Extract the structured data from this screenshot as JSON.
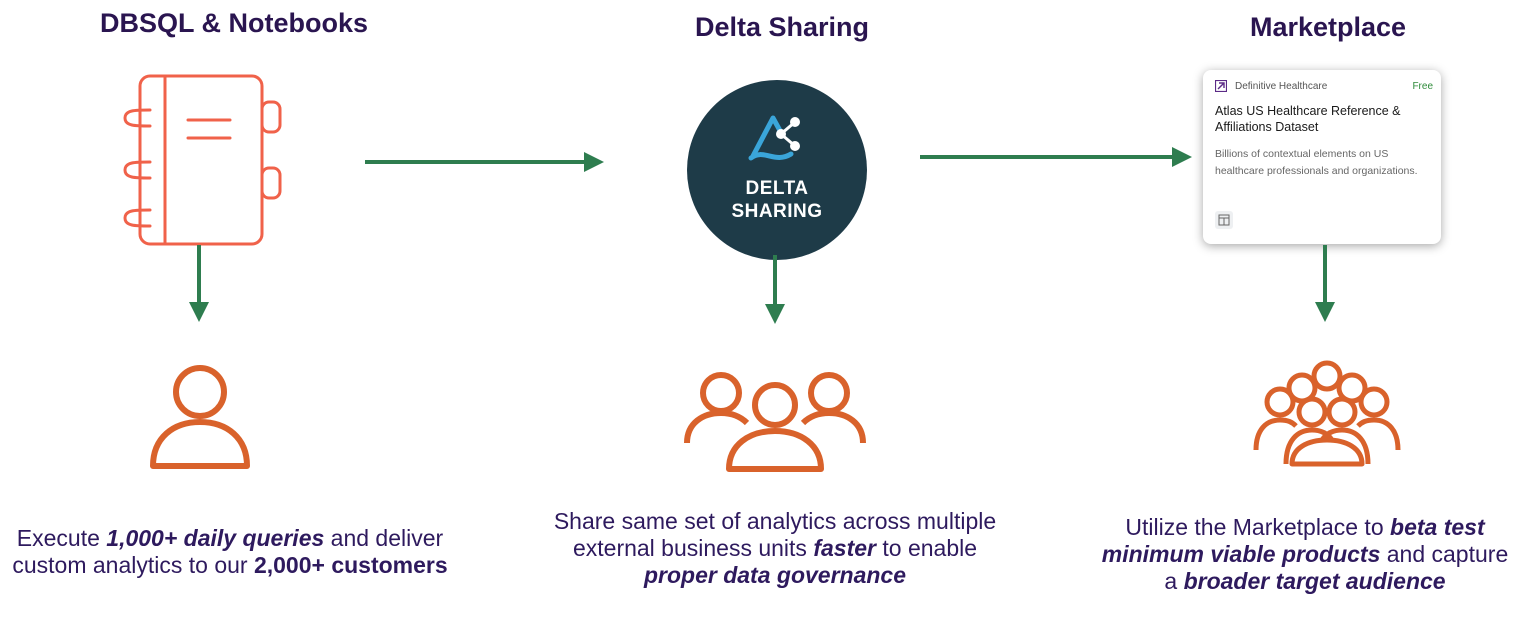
{
  "columns": [
    {
      "title": "DBSQL & Notebooks",
      "icon": "notebook-icon",
      "audience_icon": "single-user-icon",
      "description": [
        {
          "text": "Execute ",
          "style": "normal"
        },
        {
          "text": "1,000+ daily queries",
          "style": "bold-italic"
        },
        {
          "text": " and deliver custom analytics to our ",
          "style": "normal"
        },
        {
          "text": "2,000+ customers",
          "style": "bold"
        }
      ]
    },
    {
      "title": "Delta Sharing",
      "icon": "delta-sharing-logo",
      "logo_text": [
        "DELTA",
        "SHARING"
      ],
      "audience_icon": "three-users-icon",
      "description": [
        {
          "text": "Share same set of analytics across multiple external business units ",
          "style": "normal"
        },
        {
          "text": "faster",
          "style": "bold-italic"
        },
        {
          "text": " to enable ",
          "style": "normal"
        },
        {
          "text": "proper data governance",
          "style": "bold-italic"
        }
      ]
    },
    {
      "title": "Marketplace",
      "icon": "marketplace-listing-card",
      "audience_icon": "crowd-icon",
      "card": {
        "vendor": "Definitive Healthcare",
        "price": "Free",
        "title": "Atlas US Healthcare Reference & Affiliations Dataset",
        "description": "Billions of contextual elements on US healthcare professionals and organizations."
      },
      "description": [
        {
          "text": "Utilize the Marketplace to ",
          "style": "normal"
        },
        {
          "text": "beta test minimum viable products",
          "style": "bold-italic"
        },
        {
          "text": " and capture a ",
          "style": "normal"
        },
        {
          "text": "broader target audience",
          "style": "bold-italic"
        }
      ]
    }
  ],
  "colors": {
    "title": "#2a1550",
    "text": "#2e1a5e",
    "arrow": "#2e7d4f",
    "notebook": "#f0624a",
    "people": "#d9622b",
    "delta_circle": "#1e3b48"
  }
}
